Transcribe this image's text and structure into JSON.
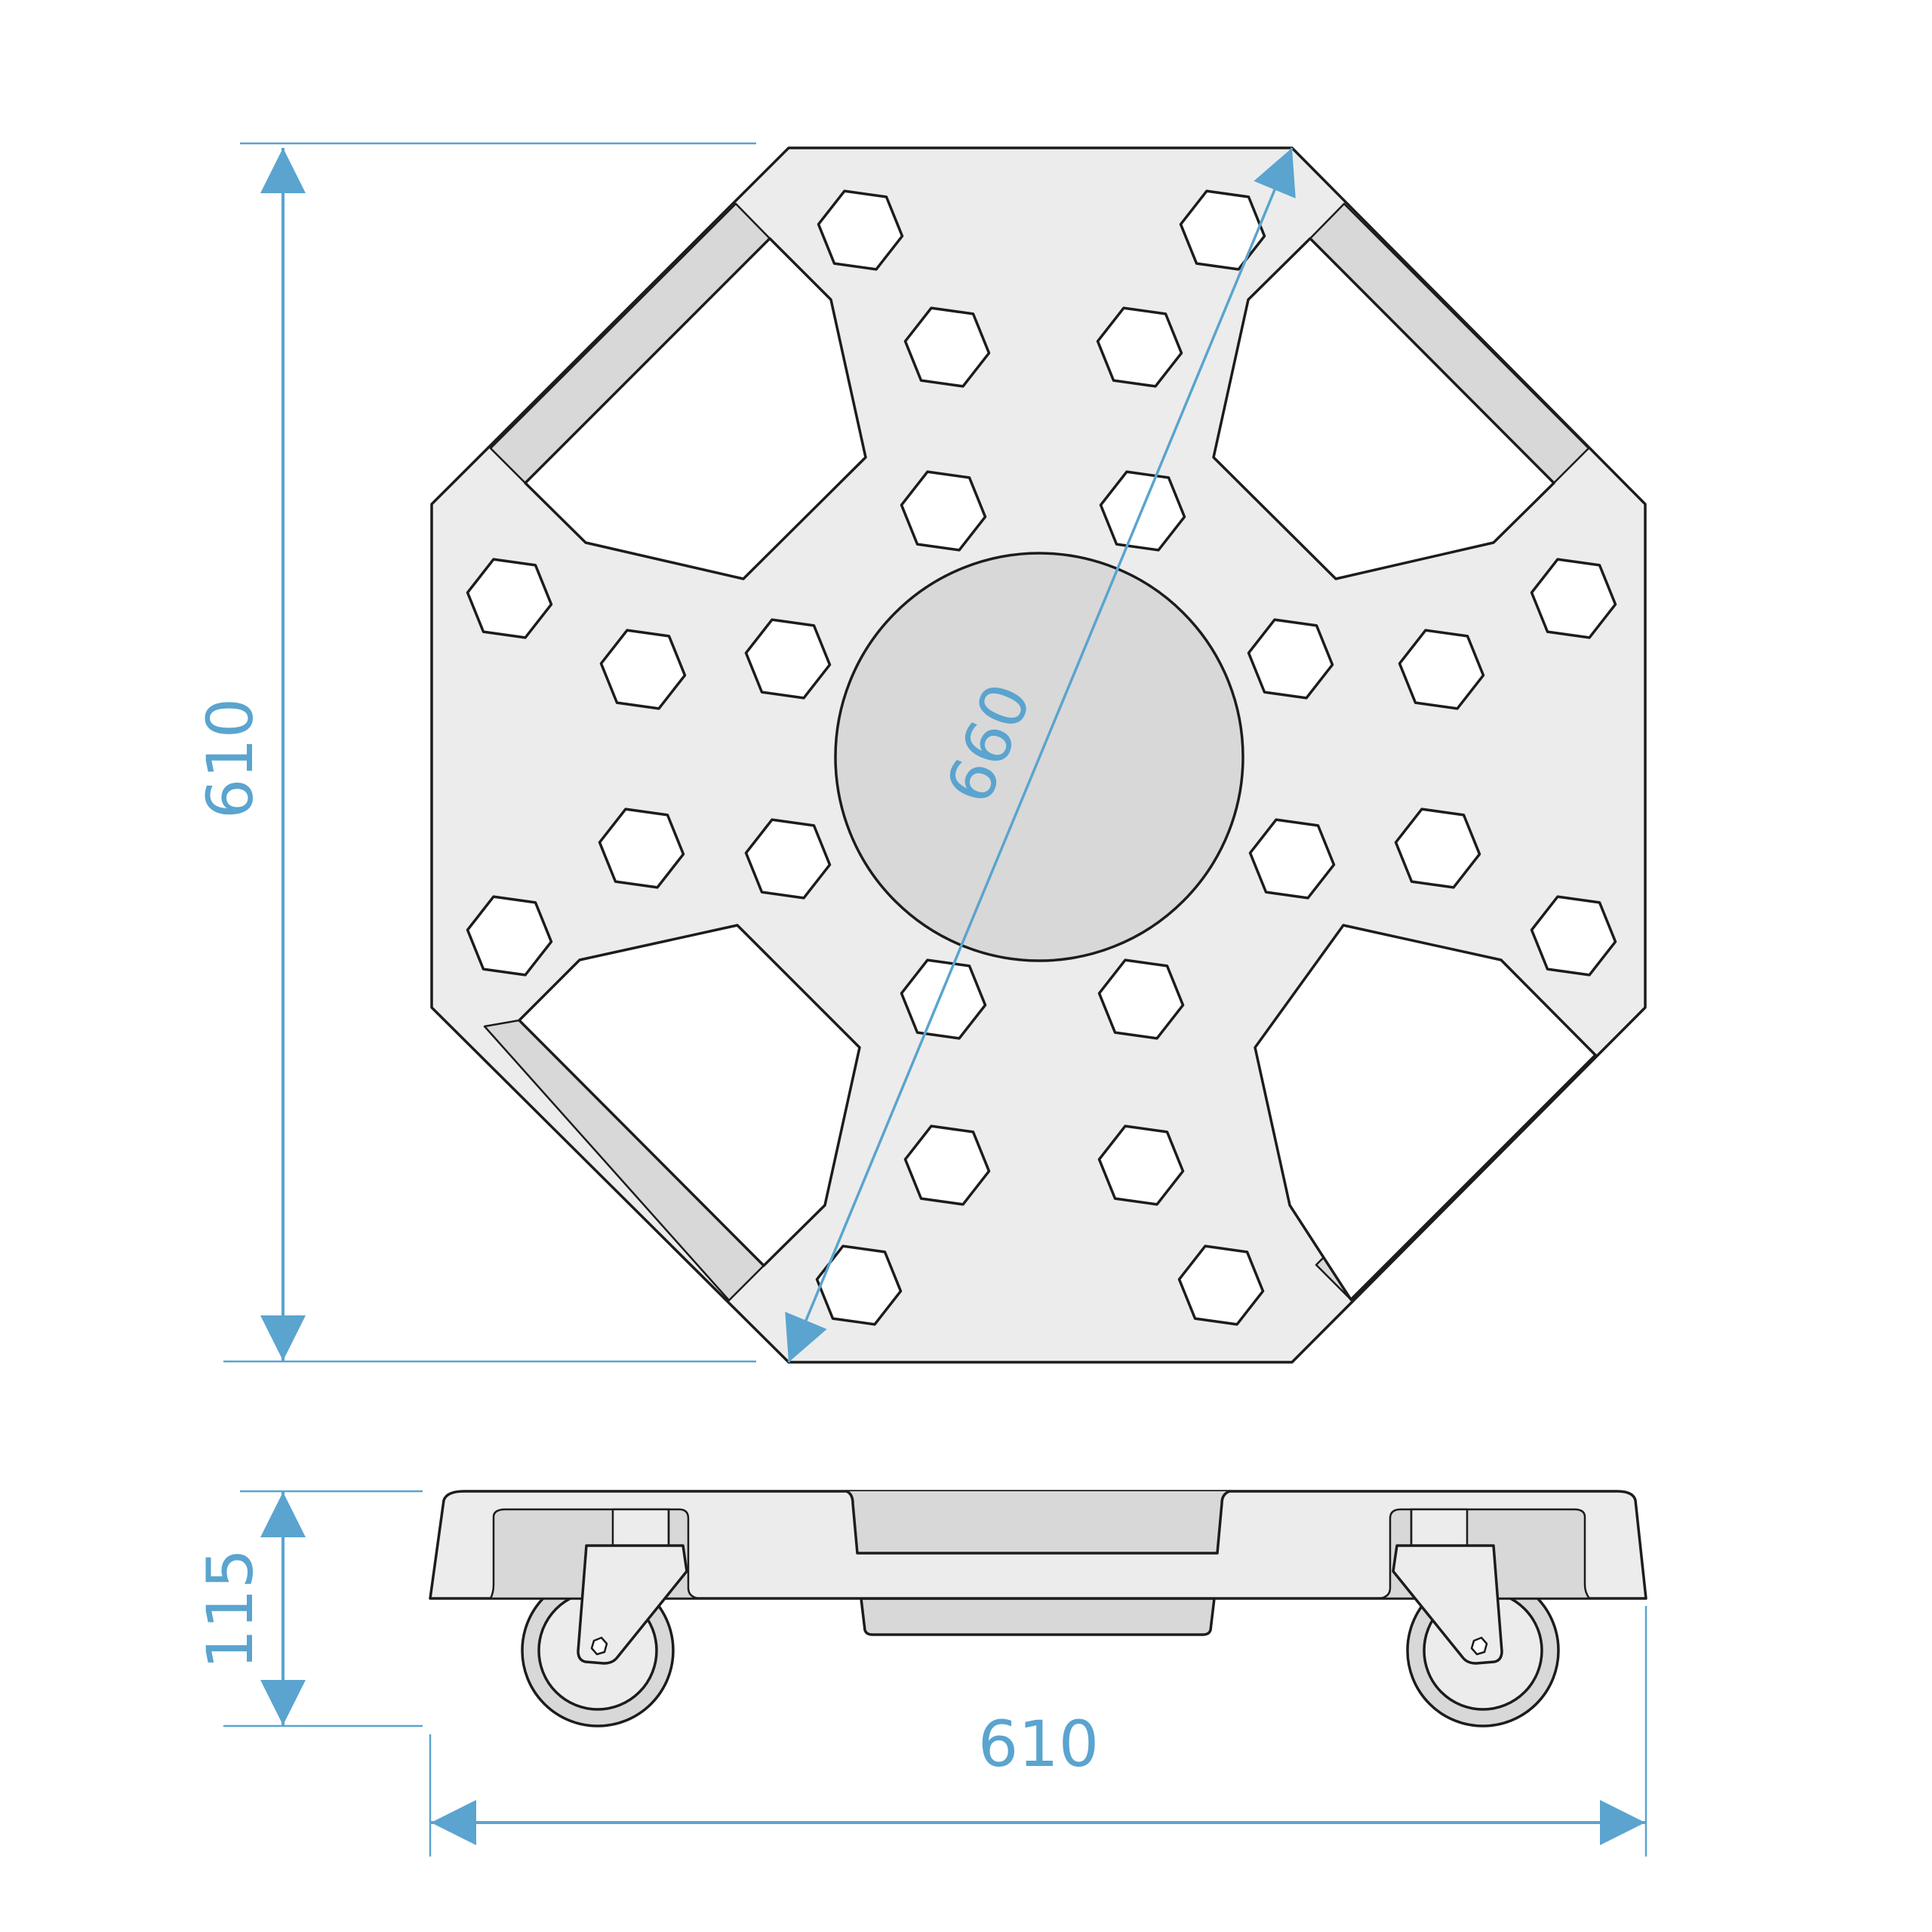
{
  "colors": {
    "dimension": "#5aa4cf",
    "outline": "#1c1c1c",
    "body_fill": "#ececec",
    "shade_fill": "#d8d8d8",
    "hole_fill": "#ffffff",
    "background": "#ffffff"
  },
  "dimensions": {
    "top_height": "610",
    "diagonal": "660",
    "side_height": "115",
    "side_width": "610"
  }
}
